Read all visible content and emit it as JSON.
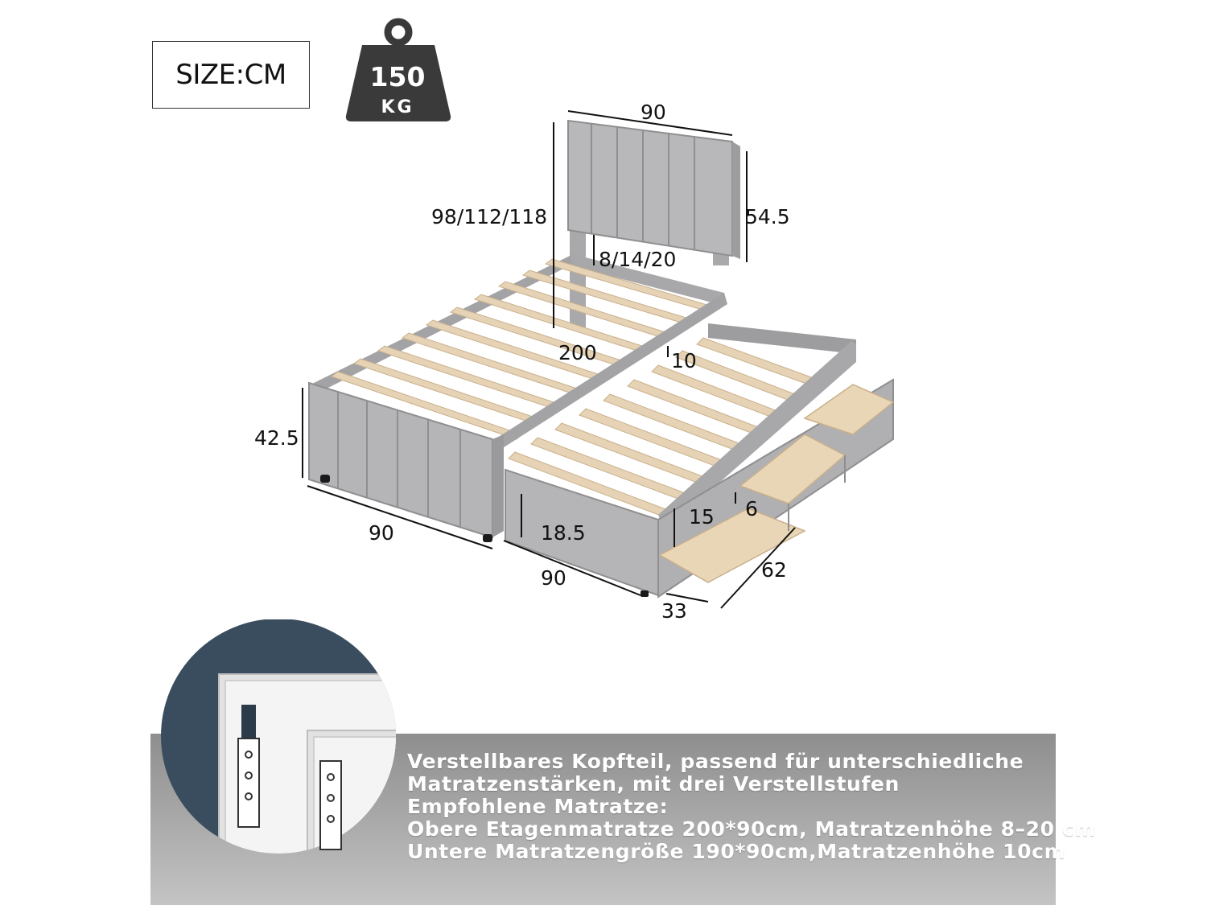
{
  "size_label": "SIZE:CM",
  "weight": {
    "value": "150",
    "unit": "KG"
  },
  "dimensions": {
    "headboard_width": "90",
    "total_height": "98/112/118",
    "headboard_height": "54.5",
    "headboard_adjust": "8/14/20",
    "bed_length": "200",
    "trundle_mattress_gap": "10",
    "bed_height": "42.5",
    "bed_width": "90",
    "trundle_height": "18.5",
    "trundle_width": "90",
    "drawer_height": "15",
    "drawer_inner_height": "6",
    "drawer_depth": "62",
    "drawer_width": "33"
  },
  "info_lines": [
    "Verstellbares Kopfteil, passend für unterschiedliche",
    "Matratzenstärken, mit drei Verstellstufen",
    "Empfohlene Matratze:",
    "Obere Etagenmatratze 200*90cm, Matratzenhöhe 8–20 cm",
    "Untere Matratzengröße 190*90cm,Matratzenhöhe 10cm"
  ],
  "colors": {
    "fabric": "#b5b5b7",
    "fabric_dark": "#9a9a9c",
    "slat": "#e6d2b4",
    "slat_edge": "#c9b08c",
    "inset_circle": "#3a4d5e",
    "banner": "#a3a3a3"
  }
}
